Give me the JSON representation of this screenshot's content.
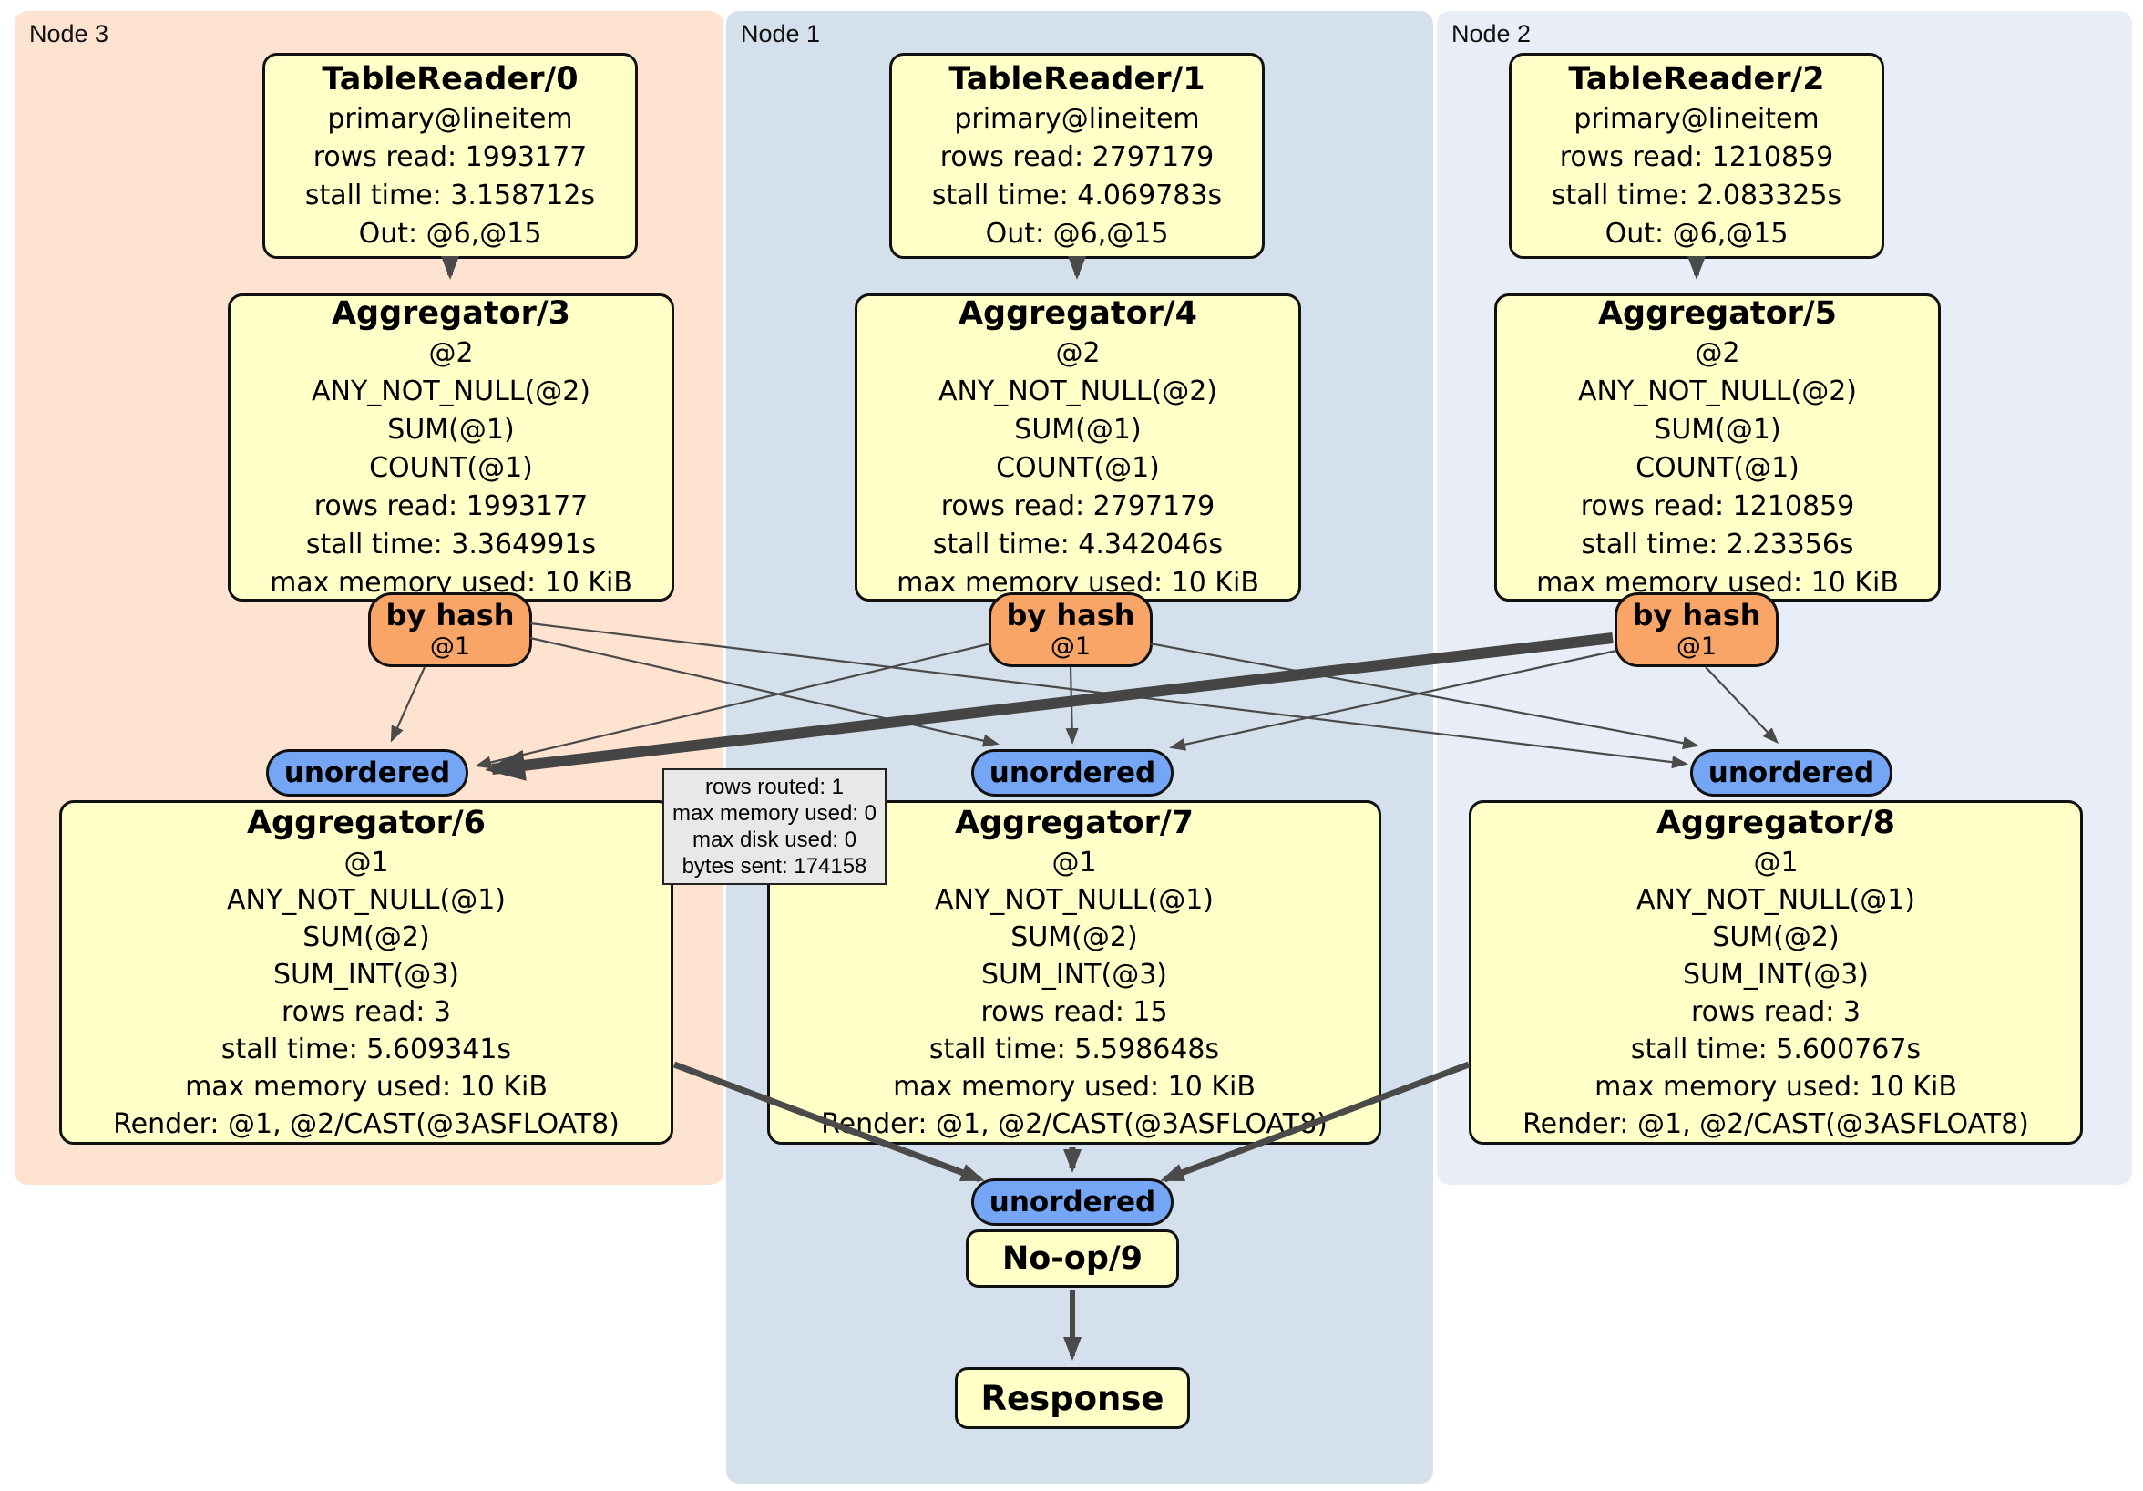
{
  "regions": {
    "node3": {
      "label": "Node 3"
    },
    "node1": {
      "label": "Node 1"
    },
    "node2": {
      "label": "Node 2"
    }
  },
  "processors": {
    "tablereader0": {
      "title": "TableReader/0",
      "lines": [
        "primary@lineitem",
        "rows read: 1993177",
        "stall time: 3.158712s",
        "Out: @6,@15"
      ]
    },
    "tablereader1": {
      "title": "TableReader/1",
      "lines": [
        "primary@lineitem",
        "rows read: 2797179",
        "stall time: 4.069783s",
        "Out: @6,@15"
      ]
    },
    "tablereader2": {
      "title": "TableReader/2",
      "lines": [
        "primary@lineitem",
        "rows read: 1210859",
        "stall time: 2.083325s",
        "Out: @6,@15"
      ]
    },
    "aggregator3": {
      "title": "Aggregator/3",
      "lines": [
        "@2",
        "ANY_NOT_NULL(@2)",
        "SUM(@1)",
        "COUNT(@1)",
        "rows read: 1993177",
        "stall time: 3.364991s",
        "max memory used: 10 KiB"
      ]
    },
    "aggregator4": {
      "title": "Aggregator/4",
      "lines": [
        "@2",
        "ANY_NOT_NULL(@2)",
        "SUM(@1)",
        "COUNT(@1)",
        "rows read: 2797179",
        "stall time: 4.342046s",
        "max memory used: 10 KiB"
      ]
    },
    "aggregator5": {
      "title": "Aggregator/5",
      "lines": [
        "@2",
        "ANY_NOT_NULL(@2)",
        "SUM(@1)",
        "COUNT(@1)",
        "rows read: 1210859",
        "stall time: 2.23356s",
        "max memory used: 10 KiB"
      ]
    },
    "aggregator6": {
      "title": "Aggregator/6",
      "lines": [
        "@1",
        "ANY_NOT_NULL(@1)",
        "SUM(@2)",
        "SUM_INT(@3)",
        "rows read: 3",
        "stall time: 5.609341s",
        "max memory used: 10 KiB",
        "Render: @1, @2/CAST(@3ASFLOAT8)"
      ]
    },
    "aggregator7": {
      "title": "Aggregator/7",
      "lines": [
        "@1",
        "ANY_NOT_NULL(@1)",
        "SUM(@2)",
        "SUM_INT(@3)",
        "rows read: 15",
        "stall time: 5.598648s",
        "max memory used: 10 KiB",
        "Render: @1, @2/CAST(@3ASFLOAT8)"
      ]
    },
    "aggregator8": {
      "title": "Aggregator/8",
      "lines": [
        "@1",
        "ANY_NOT_NULL(@1)",
        "SUM(@2)",
        "SUM_INT(@3)",
        "rows read: 3",
        "stall time: 5.600767s",
        "max memory used: 10 KiB",
        "Render: @1, @2/CAST(@3ASFLOAT8)"
      ]
    },
    "noop9": {
      "title": "No-op/9"
    },
    "response": {
      "title": "Response"
    }
  },
  "routers": {
    "node3": {
      "label": "by hash",
      "detail": "@1"
    },
    "node1": {
      "label": "by hash",
      "detail": "@1"
    },
    "node2": {
      "label": "by hash",
      "detail": "@1"
    }
  },
  "syncs": {
    "node3": {
      "label": "unordered"
    },
    "node1": {
      "label": "unordered"
    },
    "node2": {
      "label": "unordered"
    },
    "final": {
      "label": "unordered"
    }
  },
  "edge_tooltip": {
    "lines": [
      "rows routed: 1",
      "max memory used: 0",
      "max disk used: 0",
      "bytes sent: 174158"
    ]
  },
  "colors": {
    "node3_bg": "#fde3d0",
    "node1_bg": "#d4e1ed",
    "node2_bg": "#e9edf7",
    "processor_bg": "#ffffc8",
    "router_bg": "#f8a567",
    "sync_bg": "#74a6f5",
    "tooltip_bg": "#e8e8e8",
    "edge": "#4a4a4a"
  }
}
